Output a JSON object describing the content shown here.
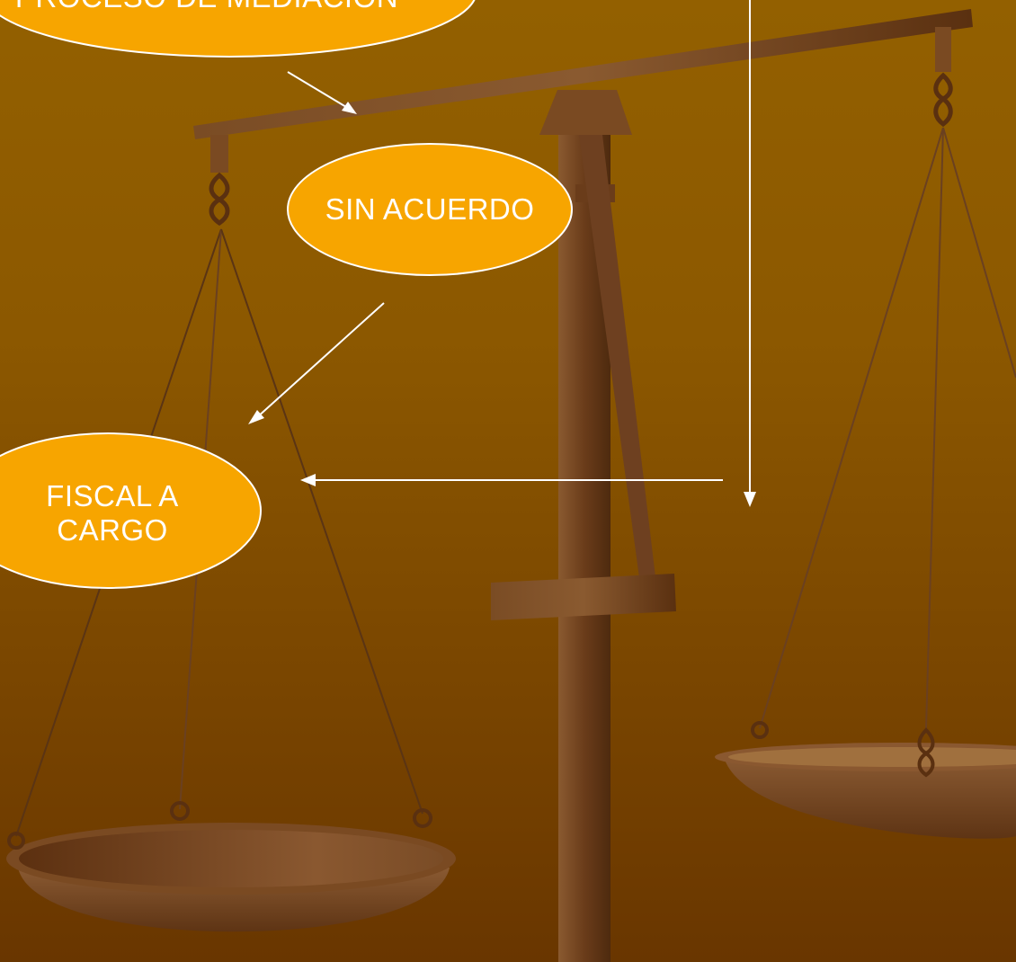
{
  "colors": {
    "background_top": "#936000",
    "background_bottom": "#693600",
    "bubble_fill": "#f7a500",
    "bubble_stroke": "#ffffff",
    "arrow": "#ffffff",
    "scale_wood": "#7a4a22"
  },
  "nodes": {
    "mediation": {
      "label": "PROCESO DE MEDIACION"
    },
    "no_agreement": {
      "label": "SIN ACUERDO"
    },
    "prosecutor": {
      "label": "FISCAL A\nCARGO"
    }
  },
  "illustration": {
    "icon": "balance-scale-icon"
  }
}
